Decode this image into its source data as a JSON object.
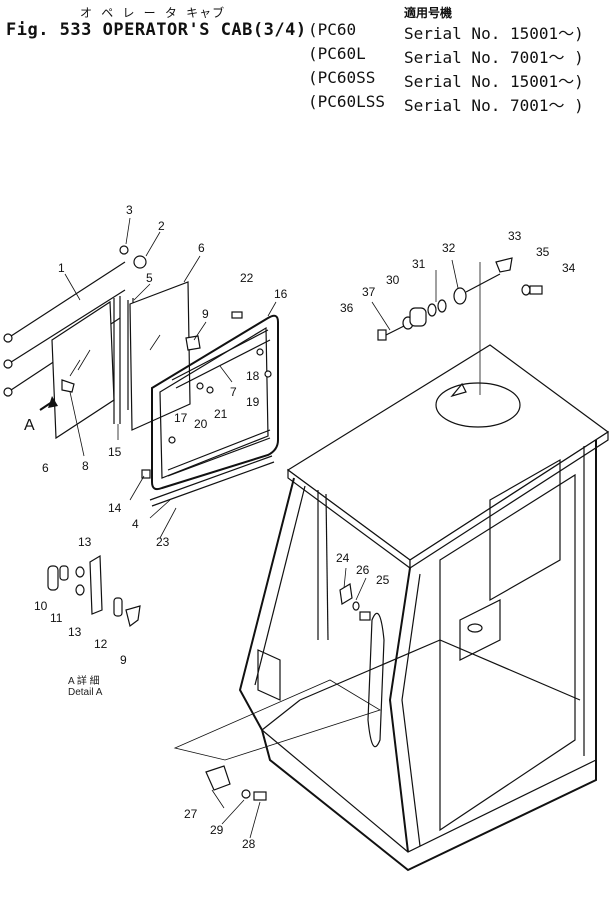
{
  "header": {
    "kana_title": "オ ペ レ ー タ キャブ",
    "fig_title": "Fig. 533 OPERATOR'S CAB(3/4)",
    "applicability_label": "適用号機",
    "models": [
      {
        "model": "(PC60",
        "serial": "Serial No. 15001～)"
      },
      {
        "model": "(PC60L",
        "serial": "Serial No. 7001～ )"
      },
      {
        "model": "(PC60SS",
        "serial": "Serial No. 15001～)"
      },
      {
        "model": "(PC60LSS",
        "serial": "Serial No. 7001～ )"
      }
    ]
  },
  "view_marker": "A",
  "detail_caption": {
    "jp": "A 詳 細",
    "en": "Detail A"
  },
  "part_numbers": [
    "1",
    "2",
    "3",
    "4",
    "5",
    "6",
    "6",
    "7",
    "8",
    "9",
    "9",
    "10",
    "11",
    "12",
    "13",
    "13",
    "14",
    "15",
    "16",
    "17",
    "18",
    "19",
    "20",
    "21",
    "22",
    "23",
    "24",
    "25",
    "26",
    "27",
    "28",
    "29",
    "30",
    "31",
    "32",
    "33",
    "34",
    "35",
    "36",
    "37"
  ]
}
